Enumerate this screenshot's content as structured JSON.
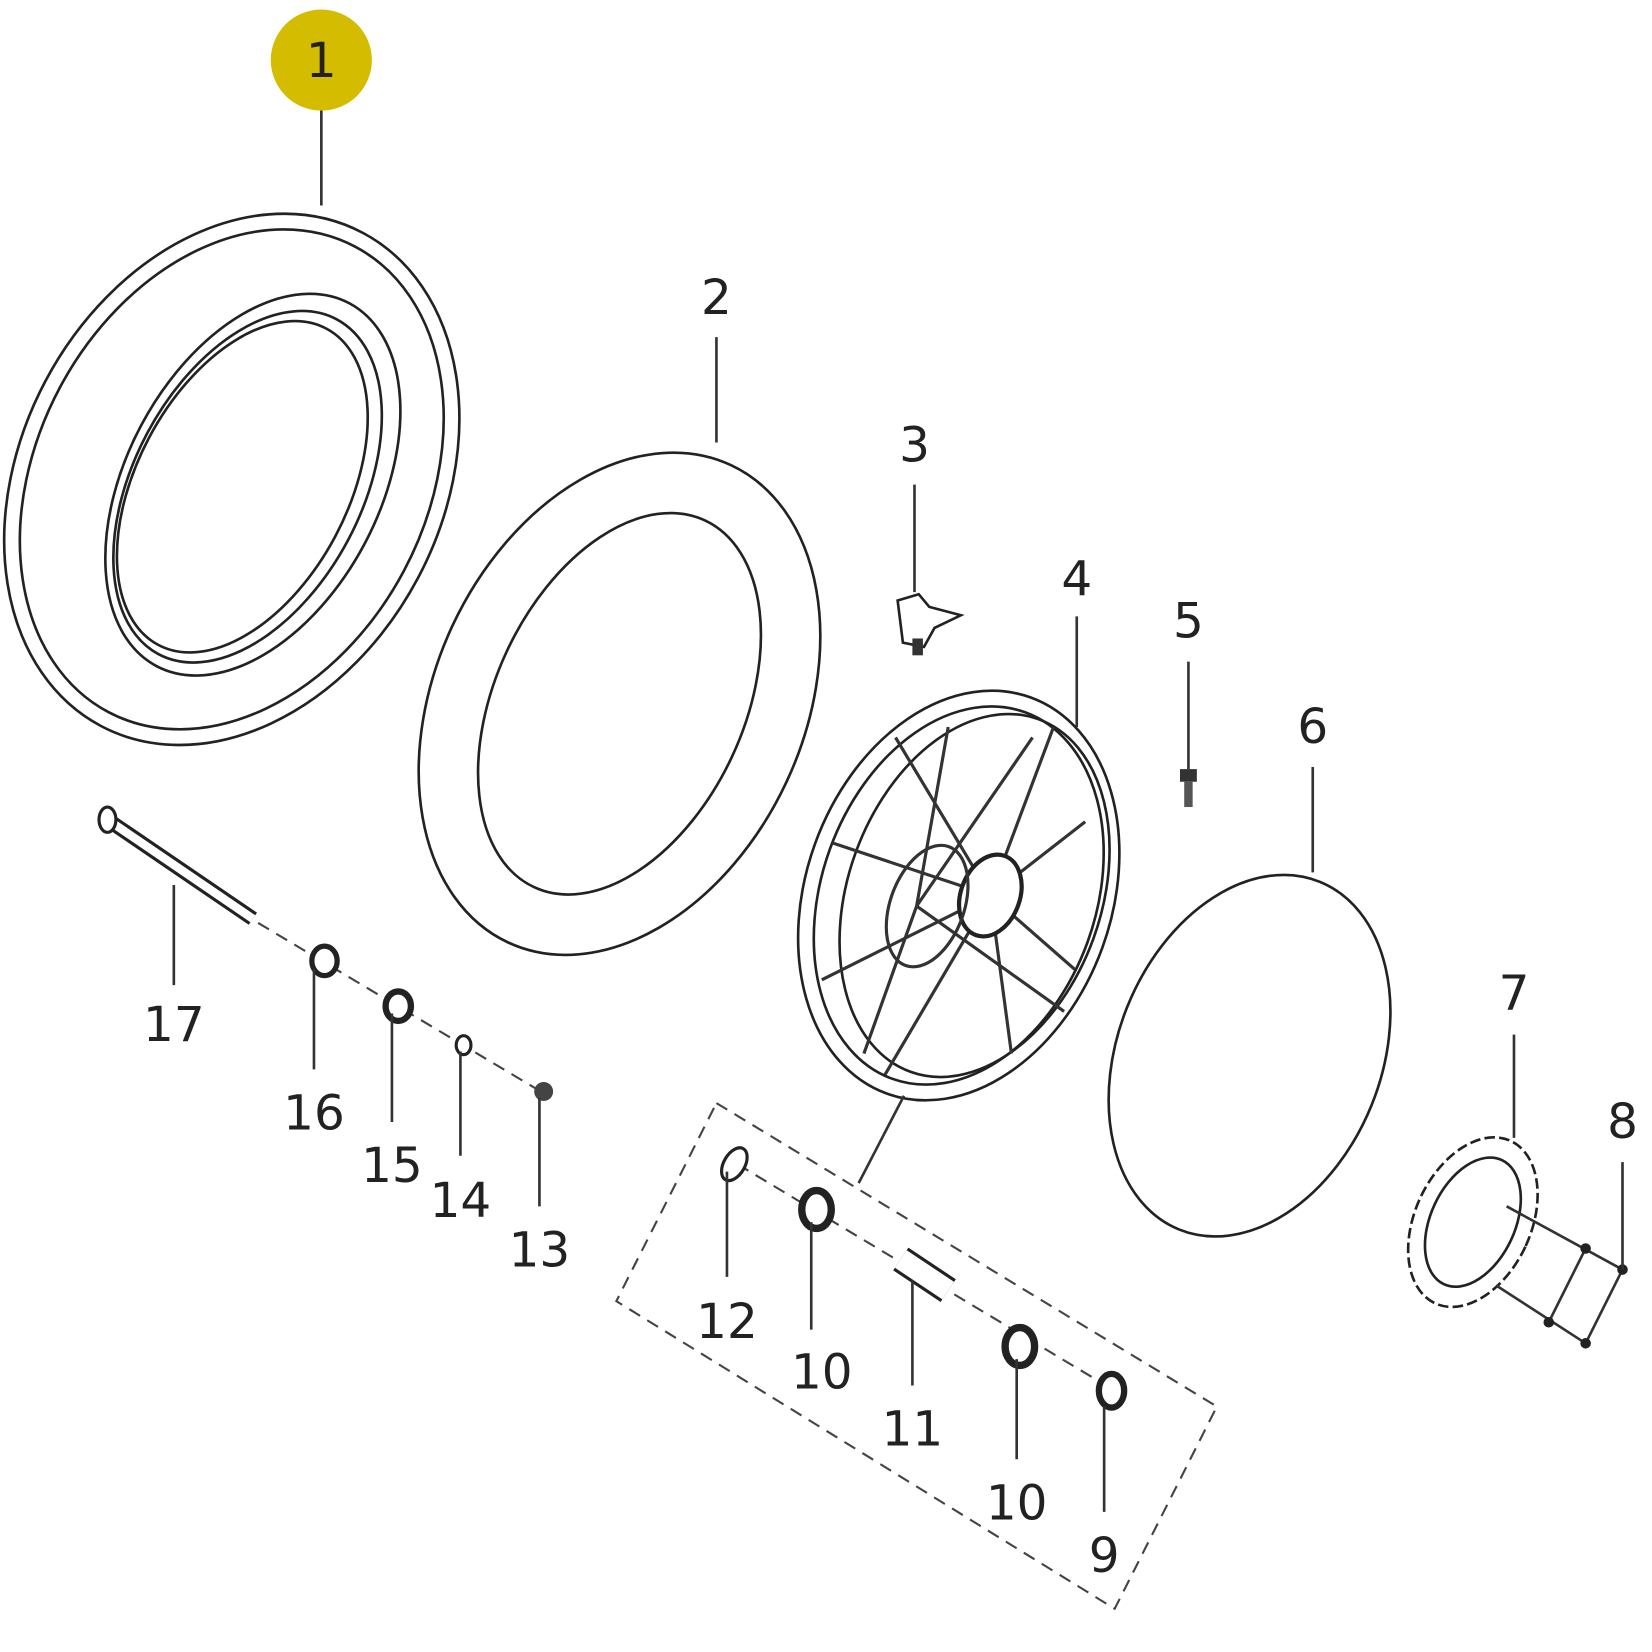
{
  "highlight_color": "#d4bc00",
  "selected_callout": "1",
  "callouts": {
    "c1": "1",
    "c2": "2",
    "c3": "3",
    "c4": "4",
    "c5": "5",
    "c6": "6",
    "c7": "7",
    "c8": "8",
    "c9": "9",
    "c10a": "10",
    "c10b": "10",
    "c11": "11",
    "c12": "12",
    "c13": "13",
    "c14": "14",
    "c15": "15",
    "c16": "16",
    "c17": "17"
  }
}
